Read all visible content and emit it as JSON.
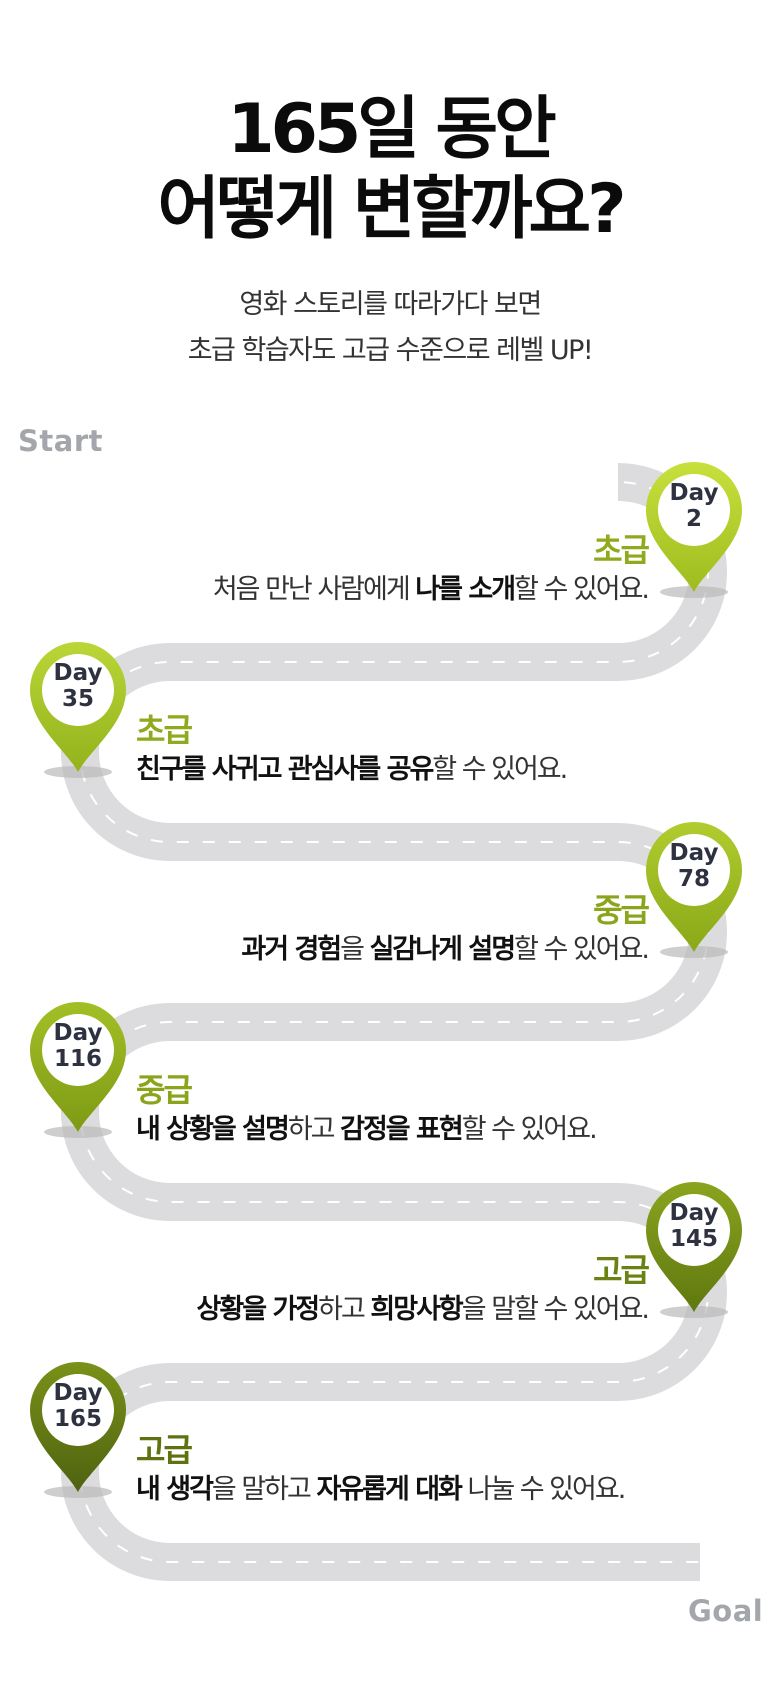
{
  "header": {
    "title_line1": "165일 동안",
    "title_line2": "어떻게 변할까요?",
    "subtitle_line1": "영화 스토리를 따라가다 보면",
    "subtitle_line2": "초급 학습자도 고급 수준으로  레벨 UP!"
  },
  "road": {
    "start_label": "Start",
    "goal_label": "Goal",
    "color": "#dcdcde",
    "dash_color": "#ffffff"
  },
  "milestones": [
    {
      "day_word": "Day",
      "day_num": "2",
      "level": "초급",
      "level_color": "#8faa1e",
      "pin_color_top": "#c8e03c",
      "pin_color_bottom": "#9ebc1f",
      "desc": [
        {
          "text": "처음 만난 사람에게 ",
          "bold": false
        },
        {
          "text": "나를 소개",
          "bold": true
        },
        {
          "text": "할 수 있어요.",
          "bold": false
        }
      ]
    },
    {
      "day_word": "Day",
      "day_num": "35",
      "level": "초급",
      "level_color": "#8faa1e",
      "pin_color_top": "#bad637",
      "pin_color_bottom": "#93b21c",
      "desc": [
        {
          "text": "친구를 사귀고 관심사를 공유",
          "bold": true
        },
        {
          "text": "할 수 있어요.",
          "bold": false
        }
      ]
    },
    {
      "day_word": "Day",
      "day_num": "78",
      "level": "중급",
      "level_color": "#8aa51b",
      "pin_color_top": "#b0cc2e",
      "pin_color_bottom": "#8aa818",
      "desc": [
        {
          "text": "과거 경험",
          "bold": true
        },
        {
          "text": "을 ",
          "bold": false
        },
        {
          "text": "실감나게 설명",
          "bold": true
        },
        {
          "text": "할 수 있어요.",
          "bold": false
        }
      ]
    },
    {
      "day_word": "Day",
      "day_num": "116",
      "level": "중급",
      "level_color": "#8aa51b",
      "pin_color_top": "#a3bf26",
      "pin_color_bottom": "#7e9a14",
      "desc": [
        {
          "text": "내 상황을 설명",
          "bold": true
        },
        {
          "text": "하고 ",
          "bold": false
        },
        {
          "text": "감정을 표현",
          "bold": true
        },
        {
          "text": "할 수 있어요.",
          "bold": false
        }
      ]
    },
    {
      "day_word": "Day",
      "day_num": "145",
      "level": "고급",
      "level_color": "#6b8212",
      "pin_color_top": "#8aa41e",
      "pin_color_bottom": "#5f7810",
      "desc": [
        {
          "text": "상황을 가정",
          "bold": true
        },
        {
          "text": "하고 ",
          "bold": false
        },
        {
          "text": "희망사항",
          "bold": true
        },
        {
          "text": "을 말할 수 있어요.",
          "bold": false
        }
      ]
    },
    {
      "day_word": "Day",
      "day_num": "165",
      "level": "고급",
      "level_color": "#5e7310",
      "pin_color_top": "#7a9119",
      "pin_color_bottom": "#4f6210",
      "desc": [
        {
          "text": "내 생각",
          "bold": true
        },
        {
          "text": "을 말하고 ",
          "bold": false
        },
        {
          "text": "자유롭게 대화",
          "bold": true
        },
        {
          "text": " 나눌 수 있어요.",
          "bold": false
        }
      ]
    }
  ]
}
